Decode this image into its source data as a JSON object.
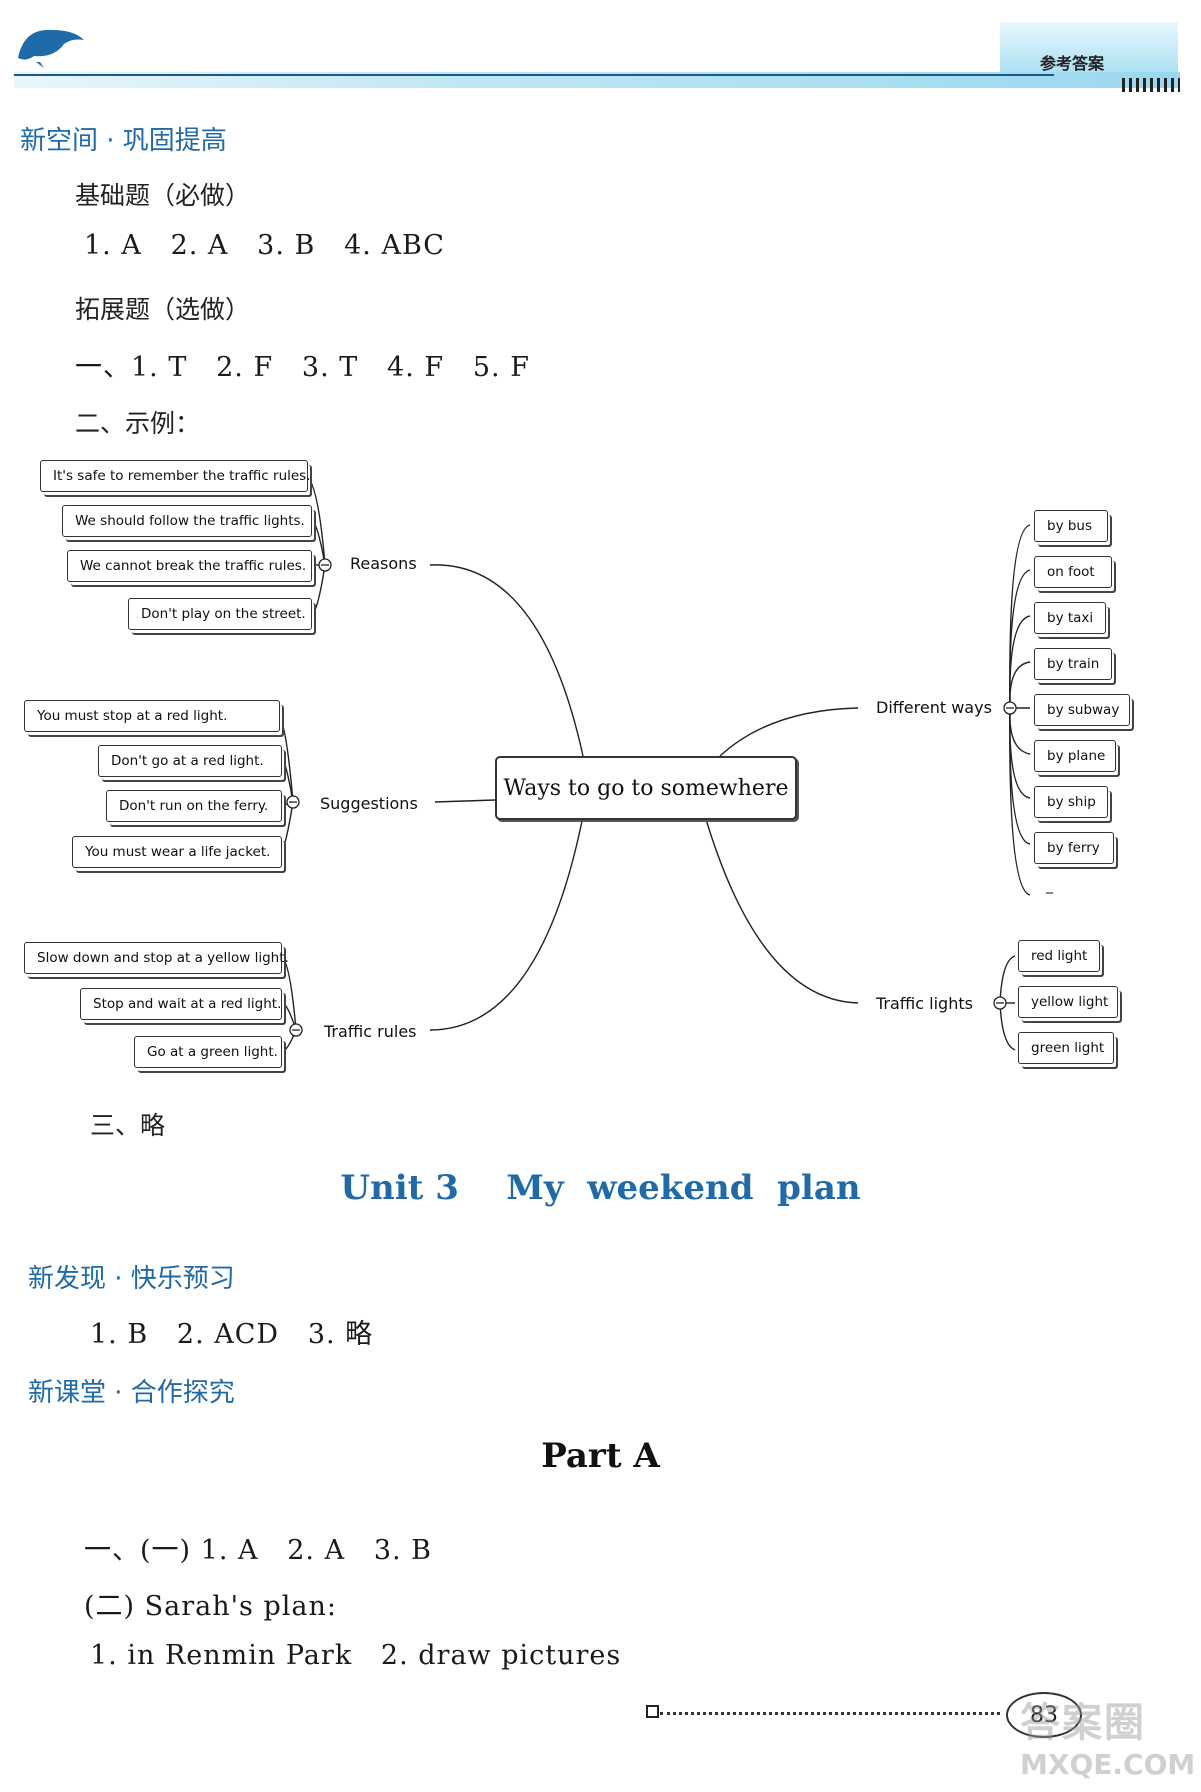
{
  "header": {
    "label": "参考答案"
  },
  "sec1": {
    "title": "新空间 · 巩固提高",
    "basic_label": "基础题（必做）",
    "basic_answers": "1. A   2. A   3. B   4. ABC",
    "ext_label": "拓展题（选做）",
    "part1": "一、1. T   2. F   3. T   4. F   5. F",
    "part2": "二、示例：",
    "part3": "三、略"
  },
  "mindmap": {
    "center": "Ways to go to somewhere",
    "reasons": {
      "label": "Reasons",
      "items": [
        "It's safe to remember the traffic rules.",
        "We should follow the traffic lights.",
        "We cannot break the traffic rules.",
        "Don't play on the street."
      ]
    },
    "suggestions": {
      "label": "Suggestions",
      "items": [
        "You must stop at a red light.",
        "Don't go at a red light.",
        "Don't run on the ferry.",
        "You must wear a life jacket."
      ]
    },
    "traffic_rules": {
      "label": "Traffic rules",
      "items": [
        "Slow down and stop at a yellow light.",
        "Stop and wait at a red light.",
        "Go at a green light."
      ]
    },
    "different_ways": {
      "label": "Different ways",
      "items": [
        "by bus",
        "on foot",
        "by taxi",
        "by train",
        "by subway",
        "by plane",
        "by ship",
        "by ferry",
        "_"
      ]
    },
    "traffic_lights": {
      "label": "Traffic lights",
      "items": [
        "red light",
        "yellow light",
        "green light"
      ]
    }
  },
  "unit": {
    "title": "Unit 3    My  weekend  plan"
  },
  "sec2": {
    "title": "新发现 · 快乐预习",
    "answers": "1. B   2. ACD   3. 略"
  },
  "sec3": {
    "title": "新课堂 · 合作探究"
  },
  "part_a": {
    "title": "Part A",
    "line1": "一、(一) 1. A   2. A   3. B",
    "line2": "(二) Sarah's plan:",
    "line3": "1. in Renmin Park   2. draw pictures"
  },
  "footer": {
    "page": "83",
    "watermark1": "答案圈",
    "watermark2": "MXQE.COM"
  }
}
